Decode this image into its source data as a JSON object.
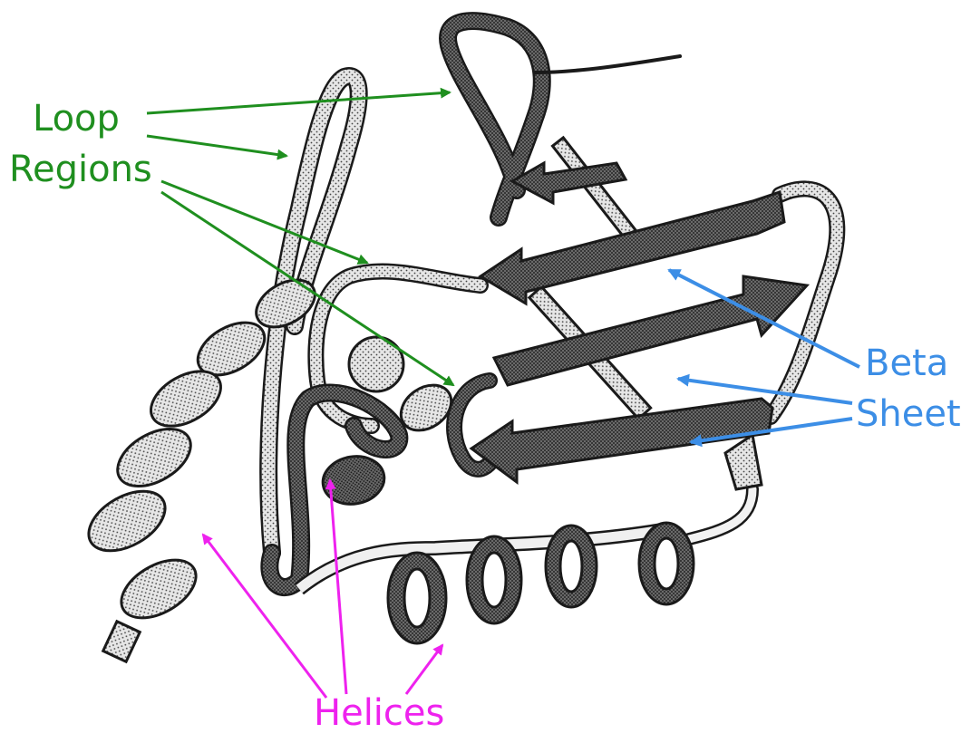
{
  "labels": {
    "loop_regions": {
      "line1": "Loop",
      "line2": "Regions",
      "color": "#1f8f1f"
    },
    "beta_sheet": {
      "line1": "Beta",
      "line2": "Sheet",
      "color": "#3c8ee6"
    },
    "helices": {
      "text": "Helices",
      "color": "#ee22ee"
    }
  },
  "colors": {
    "outline": "#1a1a1a",
    "light_ribbon": "#d9d9d9",
    "dark_ribbon": "#5a5a5a",
    "background": "#ffffff"
  }
}
